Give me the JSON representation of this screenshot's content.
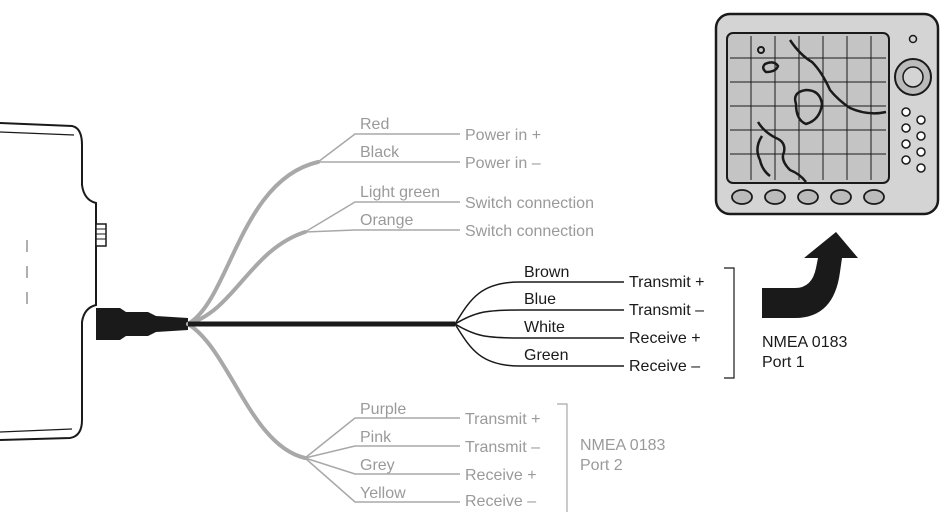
{
  "gray_group_top": [
    {
      "color": "Red",
      "function": "Power in +"
    },
    {
      "color": "Black",
      "function": "Power in –"
    },
    {
      "color": "Light green",
      "function": "Switch connection"
    },
    {
      "color": "Orange",
      "function": "Switch connection"
    }
  ],
  "nmea_port1": {
    "wires": [
      {
        "color": "Brown",
        "function": "Transmit +"
      },
      {
        "color": "Blue",
        "function": "Transmit –"
      },
      {
        "color": "White",
        "function": "Receive +"
      },
      {
        "color": "Green",
        "function": "Receive –"
      }
    ],
    "label_line1": "NMEA 0183",
    "label_line2": "Port 1"
  },
  "nmea_port2": {
    "wires": [
      {
        "color": "Purple",
        "function": "Transmit +"
      },
      {
        "color": "Pink",
        "function": "Transmit –"
      },
      {
        "color": "Grey",
        "function": "Receive +"
      },
      {
        "color": "Yellow",
        "function": "Receive –"
      }
    ],
    "label_line1": "NMEA 0183",
    "label_line2": "Port 2"
  },
  "colors": {
    "gray_wire": "#a8a8a8",
    "dark_wire": "#1a1a1a",
    "gray_text": "#9a9a9a",
    "device_fill": "#d4d4d4"
  },
  "icons": {
    "device": "plotter-display-icon",
    "arrow": "curved-arrow-icon",
    "source": "source-unit-icon"
  }
}
